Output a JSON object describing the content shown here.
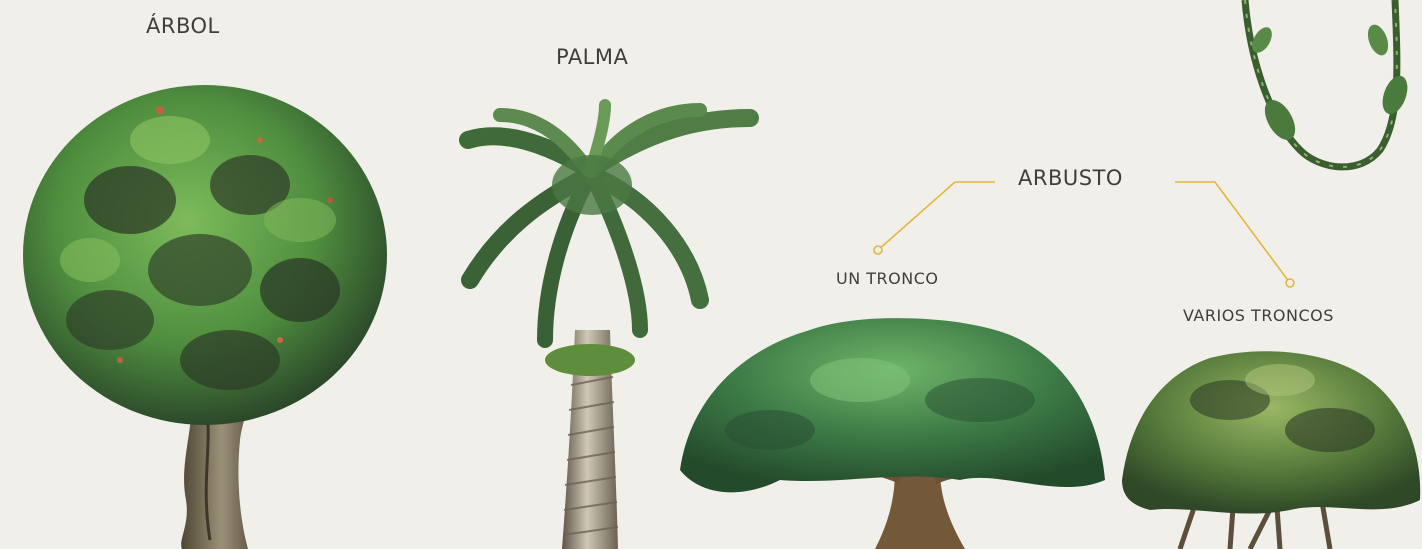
{
  "labels": {
    "arbol": "ÁRBOL",
    "palma": "PALMA",
    "arbusto": "ARBUSTO",
    "un_tronco": "UN TRONCO",
    "varios_troncos": "VARIOS TRONCOS"
  },
  "colors": {
    "background": "#f1efe9",
    "leader_line": "#e2b53c",
    "text": "#3e3e3e",
    "foliage_light": "#6fae52",
    "foliage_dark": "#2f4a2c",
    "trunk": "#6b5a40"
  },
  "icons": {
    "tree": "tree-illustration",
    "palm": "palm-illustration",
    "shrub_single": "shrub-single-trunk-illustration",
    "shrub_multi": "shrub-multi-trunk-illustration",
    "vine": "vine-illustration"
  }
}
